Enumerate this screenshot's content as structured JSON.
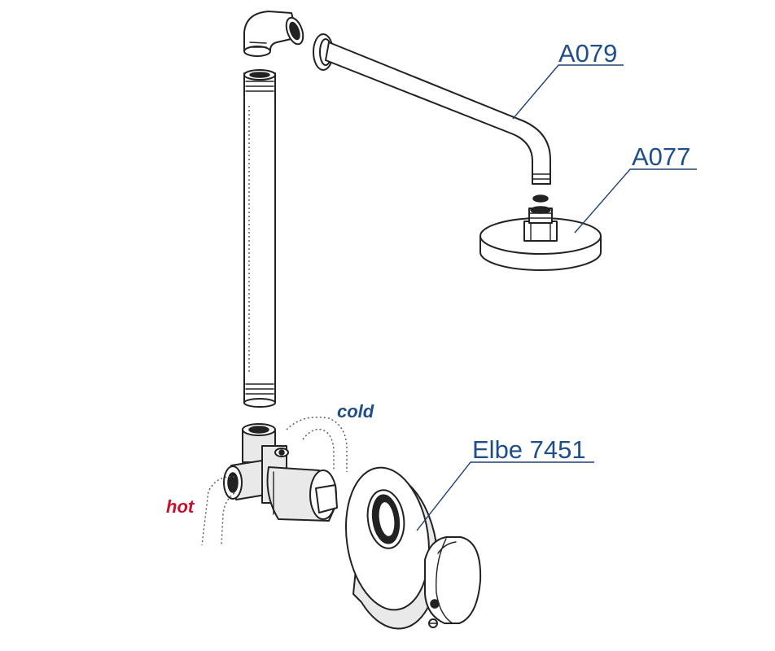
{
  "labels": {
    "shower_arm": "A079",
    "shower_head": "A077",
    "mixer_set": "Elbe 7451",
    "cold": "cold",
    "hot": "hot"
  },
  "colors": {
    "part_label": "#1f4e8c",
    "cold": "#1f4e8c",
    "hot": "#c8102e",
    "line": "#222222"
  }
}
